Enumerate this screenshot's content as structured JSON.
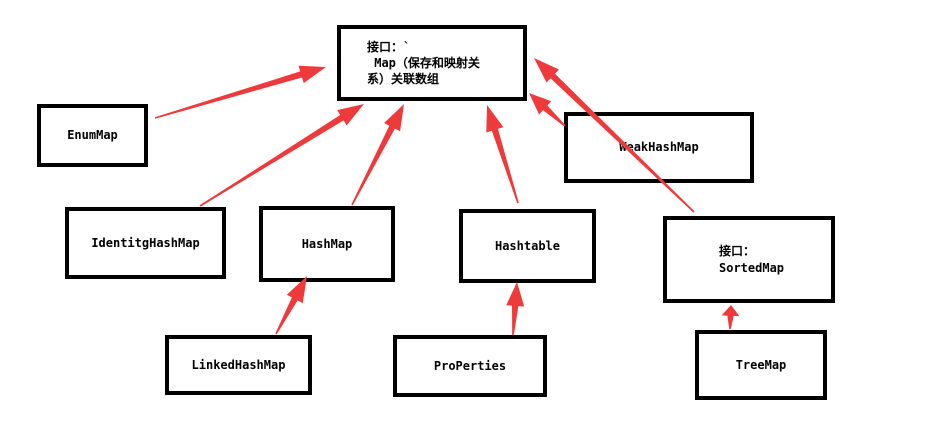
{
  "nodes": {
    "map": "接口：`\n Map（保存和映射关\n系）关联数组",
    "enummap": "EnumMap",
    "identity": "IdentitgHashMap",
    "hashmap": "HashMap",
    "hashtable": "Hashtable",
    "weak": "WeakHashMap",
    "sorted": "接口：\nSortedMap",
    "linked": "LinkedHashMap",
    "props": "ProPerties",
    "treemap": "TreeMap"
  },
  "colors": {
    "arrow": "#ee3a3a",
    "border": "#000000"
  },
  "edges": [
    {
      "from": "enummap",
      "to": "map"
    },
    {
      "from": "identity",
      "to": "map"
    },
    {
      "from": "hashmap",
      "to": "map"
    },
    {
      "from": "hashtable",
      "to": "map"
    },
    {
      "from": "weak",
      "to": "map"
    },
    {
      "from": "sorted",
      "to": "map"
    },
    {
      "from": "linked",
      "to": "hashmap"
    },
    {
      "from": "props",
      "to": "hashtable"
    },
    {
      "from": "treemap",
      "to": "sorted"
    }
  ]
}
